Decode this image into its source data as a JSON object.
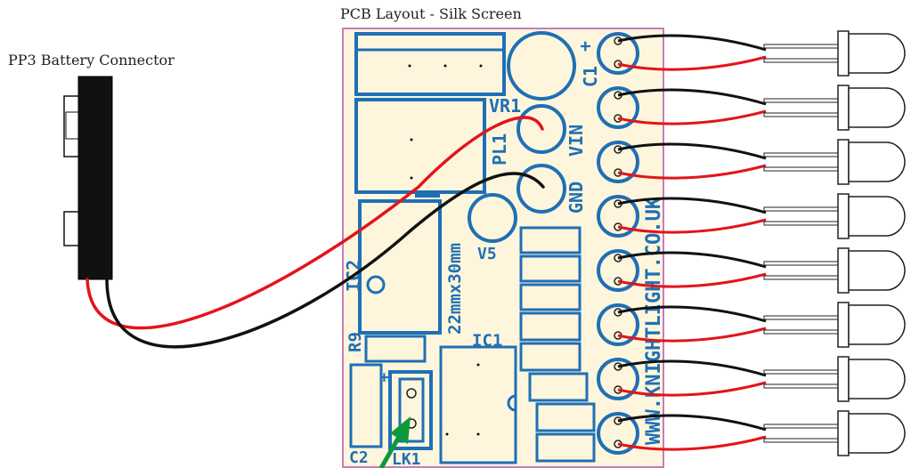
{
  "captions": {
    "battery": "PP3 Battery Connector",
    "pcb": "PCB Layout - Silk Screen"
  },
  "pcb": {
    "vr1": "VR1",
    "c1": "C1",
    "c1_polarity": "+",
    "pl1": "PL1",
    "vin": "VIN",
    "gnd": "GND",
    "ic2": "IC2",
    "v5": "V5",
    "size_note": "22mmx30mm",
    "ic1": "IC1",
    "r9": "R9",
    "c2": "C2",
    "c2_polarity": "+",
    "lk1": "LK1",
    "url": "WWW.KNIGHTLIGHT.CO.UK"
  },
  "colors": {
    "board_bg": "#fdf6dc",
    "board_outline": "#c97bc0",
    "silkscreen": "#1f6fb5",
    "wire_red": "#e3141b",
    "wire_black": "#111111",
    "arrow": "#0a9a3c"
  },
  "led_count": 8
}
